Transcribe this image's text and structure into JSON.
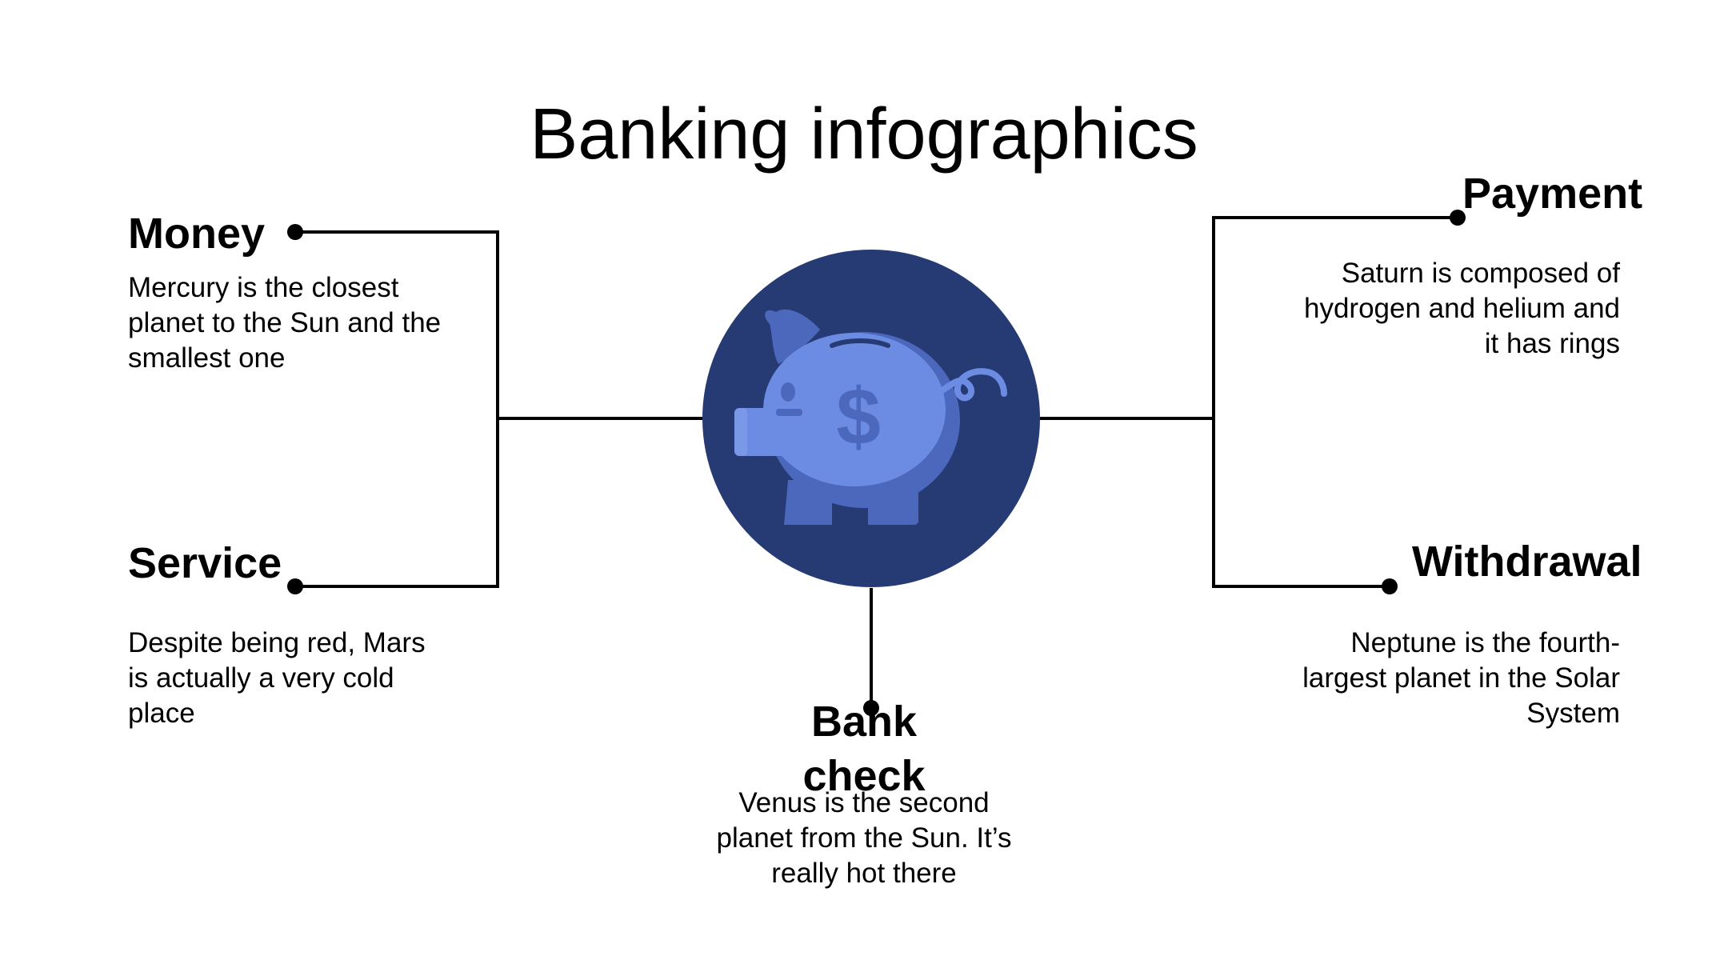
{
  "title": "Banking infographics",
  "colors": {
    "circle": "#263a73",
    "piggy_light": "#6b8ce2",
    "piggy_dark": "#4c68bd",
    "line": "#000000",
    "background": "#ffffff"
  },
  "center_icon": "piggy-bank-icon",
  "center_symbol": "$",
  "items": {
    "money": {
      "heading": "Money",
      "description": "Mercury is the closest planet to the Sun and the smallest one"
    },
    "service": {
      "heading": "Service",
      "description": "Despite being red, Mars is actually a very cold place"
    },
    "payment": {
      "heading": "Payment",
      "description": "Saturn is composed of hydrogen and helium and it has rings"
    },
    "withdrawal": {
      "heading": "Withdrawal",
      "description": "Neptune is the fourth-largest planet in the Solar System"
    },
    "bank_check": {
      "heading": "Bank check",
      "description": "Venus is the second planet from the Sun. It’s really hot there"
    }
  }
}
